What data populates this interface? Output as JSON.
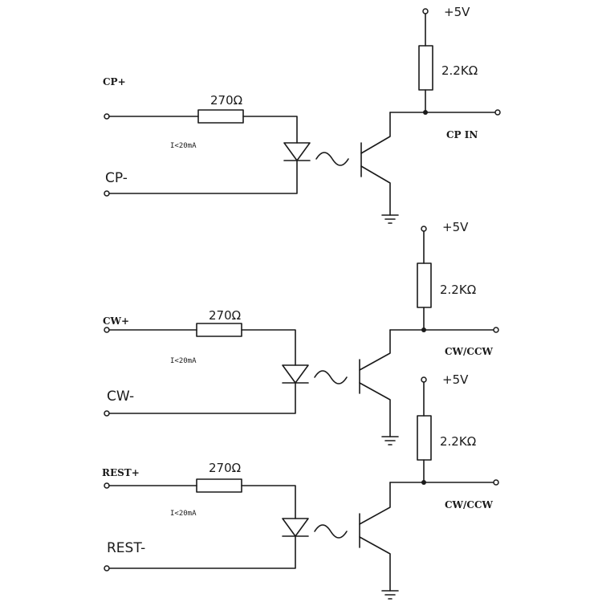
{
  "circuits": [
    {
      "input_pos_label": "CP+",
      "input_neg_label": "CP-",
      "resistor_label": "270Ω",
      "current_note": "I<20mA",
      "supply_label": "+5V",
      "pullup_label": "2.2KΩ",
      "output_label": "CP IN"
    },
    {
      "input_pos_label": "CW+",
      "input_neg_label": "CW-",
      "resistor_label": "270Ω",
      "current_note": "I<20mA",
      "supply_label": "+5V",
      "pullup_label": "2.2KΩ",
      "output_label": "CW/CCW"
    },
    {
      "input_pos_label": "REST+",
      "input_neg_label": "REST-",
      "resistor_label": "270Ω",
      "current_note": "I<20mA",
      "supply_label": "+5V",
      "pullup_label": "2.2KΩ",
      "output_label": "CW/CCW"
    }
  ]
}
